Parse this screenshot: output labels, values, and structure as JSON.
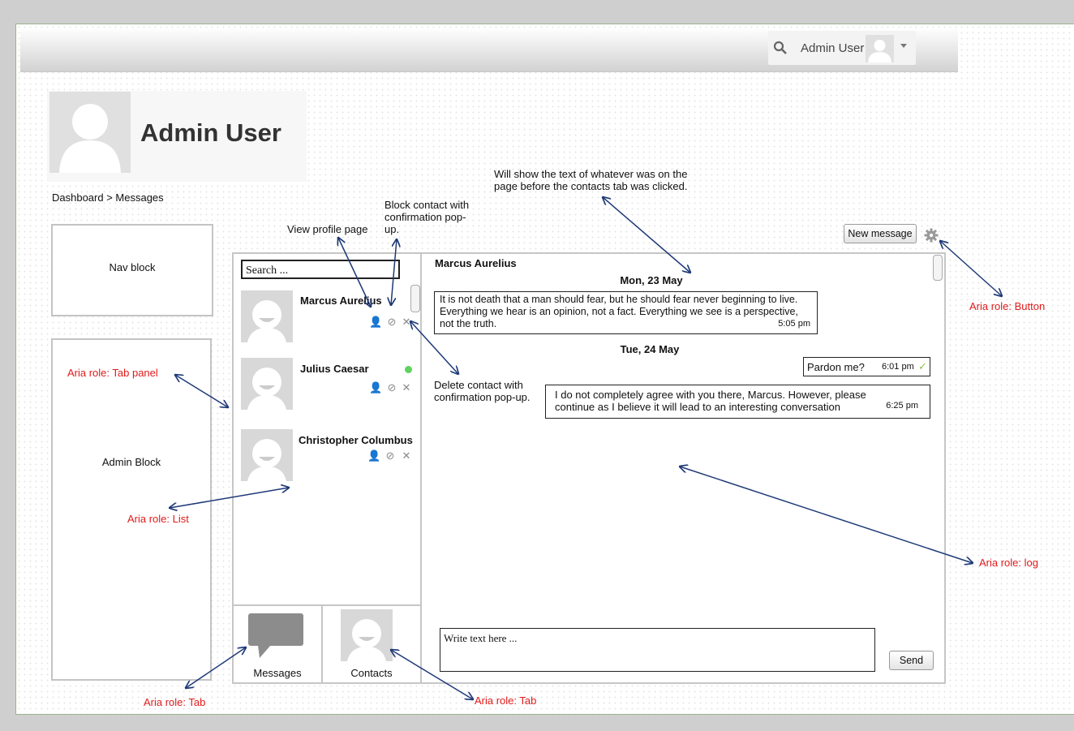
{
  "topbar": {
    "user_name": "Admin User"
  },
  "profile": {
    "title": "Admin User"
  },
  "breadcrumb": "Dashboard > Messages",
  "blocks": {
    "nav": "Nav block",
    "admin": "Admin Block"
  },
  "search": {
    "placeholder": "Search ..."
  },
  "contacts": [
    {
      "name": "Marcus Aurelius",
      "online": false
    },
    {
      "name": "Julius Caesar",
      "online": true
    },
    {
      "name": "Christopher Columbus",
      "online": false
    }
  ],
  "tabs": {
    "messages": "Messages",
    "contacts": "Contacts"
  },
  "conversation": {
    "contact_name": "Marcus Aurelius",
    "days": [
      {
        "label": "Mon, 23 May"
      },
      {
        "label": "Tue, 24 May"
      }
    ],
    "messages": [
      {
        "text": "It is not death that a man should fear, but he should fear never beginning to live. Everything we hear is an opinion, not a fact. Everything we see is a perspective, not the truth.",
        "time": "5:05 pm"
      },
      {
        "text": "Pardon me?",
        "time": "6:01 pm",
        "read": true
      },
      {
        "text": "I do not completely agree with you there, Marcus. However, please continue as I believe it will lead to an interesting conversation",
        "time": "6:25 pm"
      }
    ],
    "composer_placeholder": "Write text here ...",
    "send_label": "Send"
  },
  "new_message_label": "New message",
  "annotations": {
    "view_profile": "View profile page",
    "block_contact": "Block contact with confirmation pop-up.",
    "delete_contact": "Delete contact with confirmation pop-up.",
    "log_text": "Will show the text of whatever was on the page before the contacts tab was clicked."
  },
  "aria_labels": {
    "tab_panel": "Aria role: Tab panel",
    "list": "Aria role: List",
    "tab1": "Aria role: Tab",
    "tab2": "Aria role: Tab",
    "button": "Aria role: Button",
    "log": "Aria role: log"
  },
  "colors": {
    "annotation_red": "#e01b1b",
    "arrow_blue": "#1f3a78",
    "online_green": "#5fd35f",
    "check_green": "#8bc34a"
  }
}
